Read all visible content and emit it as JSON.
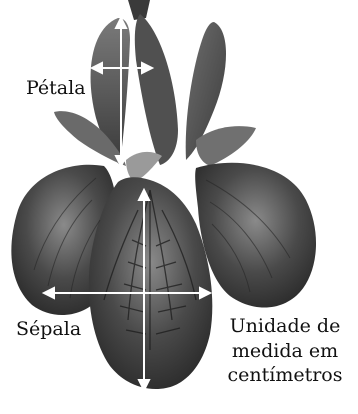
{
  "labels": {
    "petal": "Pétala",
    "sepal": "Sépala",
    "unit_note": [
      "Unidade de",
      "medida em",
      "centímetros"
    ]
  },
  "colors": {
    "background": "#ffffff",
    "measure_line": "#ffffff",
    "flower_dark": "#2e2e2e",
    "flower_mid": "#5a5a5a",
    "flower_light": "#8c8c8c"
  }
}
